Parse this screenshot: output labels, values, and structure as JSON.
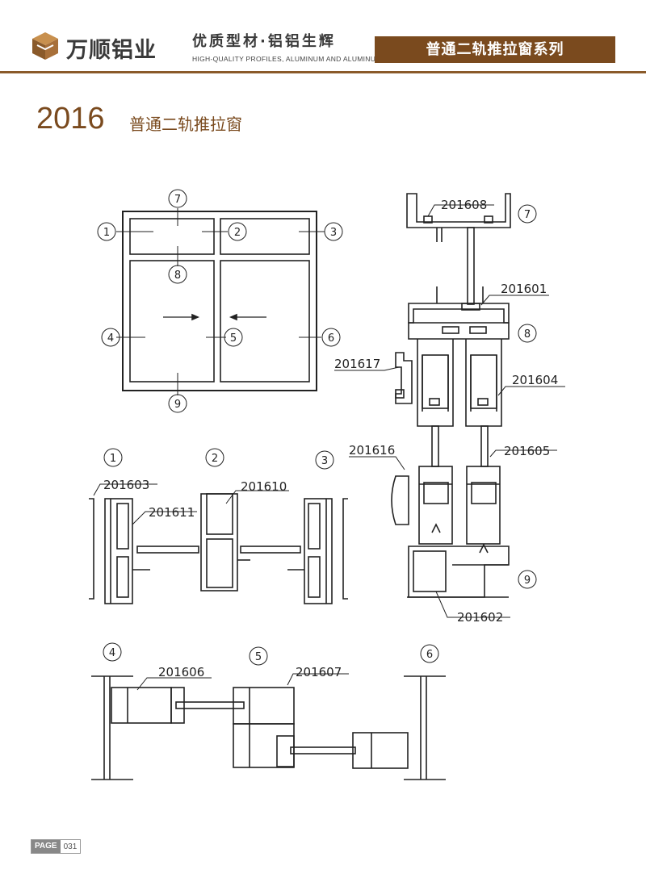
{
  "header": {
    "brand": "万顺铝业",
    "slogan": "优质型材·铝铝生辉",
    "slogan_en": "HIGH-QUALITY PROFILES, ALUMINUM AND ALUMINUM",
    "series": "普通二轨推拉窗系列"
  },
  "title": {
    "model_no": "2016",
    "model_name": "普通二轨推拉窗"
  },
  "colors": {
    "brand_brown": "#7a4a1e",
    "line": "#222222"
  },
  "callouts": {
    "c1": "1",
    "c2": "2",
    "c3": "3",
    "c4": "4",
    "c5": "5",
    "c6": "6",
    "c7": "7",
    "c8": "8",
    "c9": "9"
  },
  "profiles": {
    "p201601": "201601",
    "p201602": "201602",
    "p201603": "201603",
    "p201604": "201604",
    "p201605": "201605",
    "p201606": "201606",
    "p201607": "201607",
    "p201608": "201608",
    "p201610": "201610",
    "p201611": "201611",
    "p201616": "201616",
    "p201617": "201617"
  },
  "footer": {
    "page_label": "PAGE",
    "page_number": "031"
  }
}
